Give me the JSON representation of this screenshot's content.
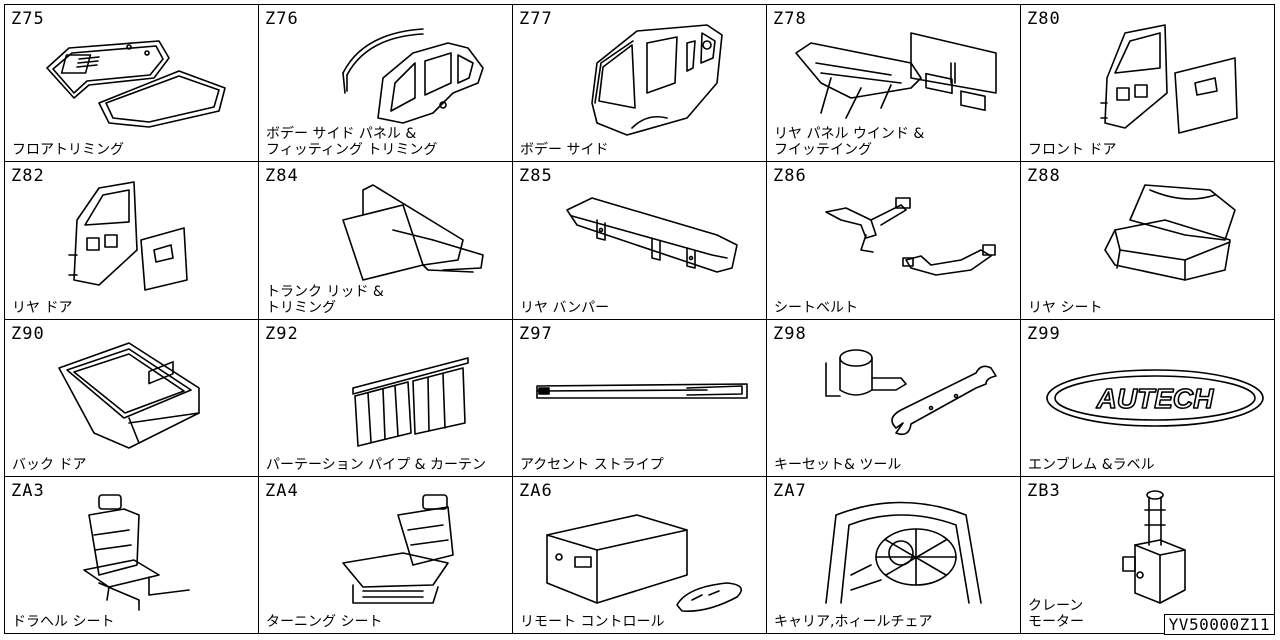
{
  "cells": [
    {
      "code": "Z75",
      "label": "フロアトリミング",
      "icon": "floor-mat-icon"
    },
    {
      "code": "Z76",
      "label": "ボデー サイド パネル &\nフィッティング トリミング",
      "icon": "body-side-panel-icon"
    },
    {
      "code": "Z77",
      "label": "ボデー サイド",
      "icon": "body-side-icon"
    },
    {
      "code": "Z78",
      "label": "リヤ パネル ウインド &\nフイッテイング",
      "icon": "rear-panel-window-icon"
    },
    {
      "code": "Z80",
      "label": "フロント ドア",
      "icon": "front-door-icon"
    },
    {
      "code": "Z82",
      "label": "リヤ ドア",
      "icon": "rear-door-icon"
    },
    {
      "code": "Z84",
      "label": "トランク リッド &\nトリミング",
      "icon": "trunk-lid-icon"
    },
    {
      "code": "Z85",
      "label": "リヤ バンパー",
      "icon": "rear-bumper-icon"
    },
    {
      "code": "Z86",
      "label": "シートベルト",
      "icon": "seat-belt-icon"
    },
    {
      "code": "Z88",
      "label": "リヤ シート",
      "icon": "rear-seat-icon"
    },
    {
      "code": "Z90",
      "label": "バック ドア",
      "icon": "back-door-icon"
    },
    {
      "code": "Z92",
      "label": "パーテーション パイプ & カーテン",
      "icon": "partition-curtain-icon"
    },
    {
      "code": "Z97",
      "label": "アクセント ストライプ",
      "icon": "accent-stripe-icon"
    },
    {
      "code": "Z98",
      "label": "キーセット& ツール",
      "icon": "key-tool-icon"
    },
    {
      "code": "Z99",
      "label": "エンブレム &ラベル",
      "icon": "emblem-icon"
    },
    {
      "code": "ZA3",
      "label": "ドラヘル シート",
      "icon": "driver-seat-icon"
    },
    {
      "code": "ZA4",
      "label": "ターニング シート",
      "icon": "turning-seat-icon"
    },
    {
      "code": "ZA6",
      "label": "リモート コントロール",
      "icon": "remote-control-icon"
    },
    {
      "code": "ZA7",
      "label": "キャリア,ホィールチェア",
      "icon": "wheelchair-carrier-icon"
    },
    {
      "code": "ZB3",
      "label": "クレーン\nモーター",
      "icon": "crane-motor-icon"
    }
  ],
  "emblem_text": "AUTECH",
  "drawing_number": "YV50000Z11"
}
